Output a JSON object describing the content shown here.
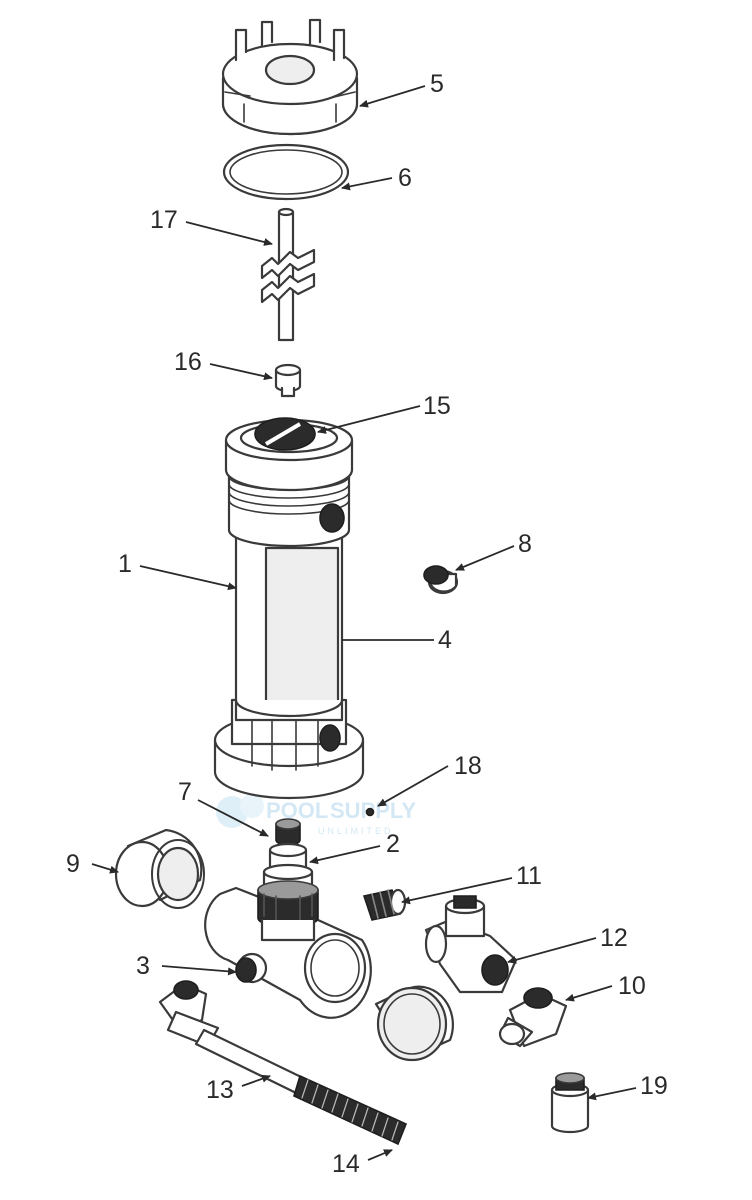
{
  "callouts": [
    {
      "id": "1",
      "label": "1"
    },
    {
      "id": "2",
      "label": "2"
    },
    {
      "id": "3",
      "label": "3"
    },
    {
      "id": "4",
      "label": "4"
    },
    {
      "id": "5",
      "label": "5"
    },
    {
      "id": "6",
      "label": "6"
    },
    {
      "id": "7",
      "label": "7"
    },
    {
      "id": "8",
      "label": "8"
    },
    {
      "id": "9",
      "label": "9"
    },
    {
      "id": "10",
      "label": "10"
    },
    {
      "id": "11",
      "label": "11"
    },
    {
      "id": "12",
      "label": "12"
    },
    {
      "id": "13",
      "label": "13"
    },
    {
      "id": "14",
      "label": "14"
    },
    {
      "id": "15",
      "label": "15"
    },
    {
      "id": "16",
      "label": "16"
    },
    {
      "id": "17",
      "label": "17"
    },
    {
      "id": "18",
      "label": "18"
    },
    {
      "id": "19",
      "label": "19"
    }
  ],
  "watermark": {
    "name": "POOL",
    "name2": "SUPPLY",
    "tagline": "UNLIMITED"
  },
  "colors": {
    "line": "#3a3a3a",
    "shade": "#2b2b2b",
    "watermark": "#cfe6f3"
  }
}
